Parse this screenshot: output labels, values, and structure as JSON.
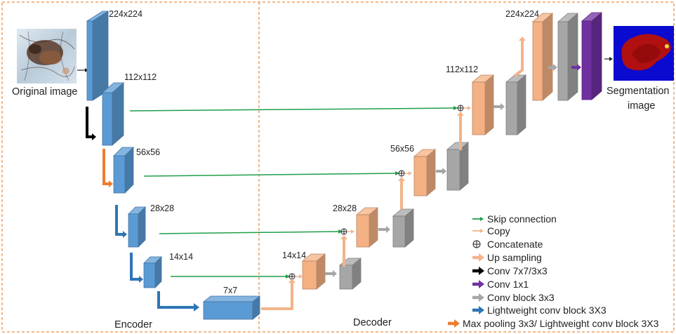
{
  "sections": {
    "encoder": "Encoder",
    "decoder": "Decoder"
  },
  "inputs": {
    "original_label": "Original image",
    "segmentation_label_line1": "Segmentation",
    "segmentation_label_line2": "image"
  },
  "dims": {
    "enc_224": "224x224",
    "enc_112": "112x112",
    "enc_56": "56x56",
    "enc_28": "28x28",
    "enc_14": "14x14",
    "bottleneck_7": "7x7",
    "dec_14": "14x14",
    "dec_28": "28x28",
    "dec_56": "56x56",
    "dec_112": "112x112",
    "dec_224": "224x224"
  },
  "legend": [
    {
      "label": "Skip connection",
      "color": "#1f9e4a",
      "icon": "thin-arrow"
    },
    {
      "label": "Copy",
      "color": "#f2b48a",
      "icon": "thin-arrow"
    },
    {
      "label": "Concatenate",
      "color": "#222222",
      "icon": "circle-plus"
    },
    {
      "label": "Up sampling",
      "color": "#f2b48a",
      "icon": "thick-arrow"
    },
    {
      "label": "Conv 7x7/3x3",
      "color": "#000000",
      "icon": "thick-arrow"
    },
    {
      "label": "Conv 1x1",
      "color": "#7030a0",
      "icon": "thick-arrow"
    },
    {
      "label": "Conv block 3x3",
      "color": "#a6a6a6",
      "icon": "thick-arrow"
    },
    {
      "label": "Lightweight conv block 3X3",
      "color": "#2e75b6",
      "icon": "thick-arrow"
    },
    {
      "label": "Max pooling 3x3/ Lightweight conv block 3X3",
      "color": "#ed7d31",
      "icon": "thick-arrow"
    }
  ],
  "colors": {
    "encoder_block": "#5b9bd5",
    "decoder_block": "#f4b183",
    "conv_block": "#a6a6a6",
    "conv1x1_block": "#7030a0",
    "frame": "#f0a060"
  }
}
